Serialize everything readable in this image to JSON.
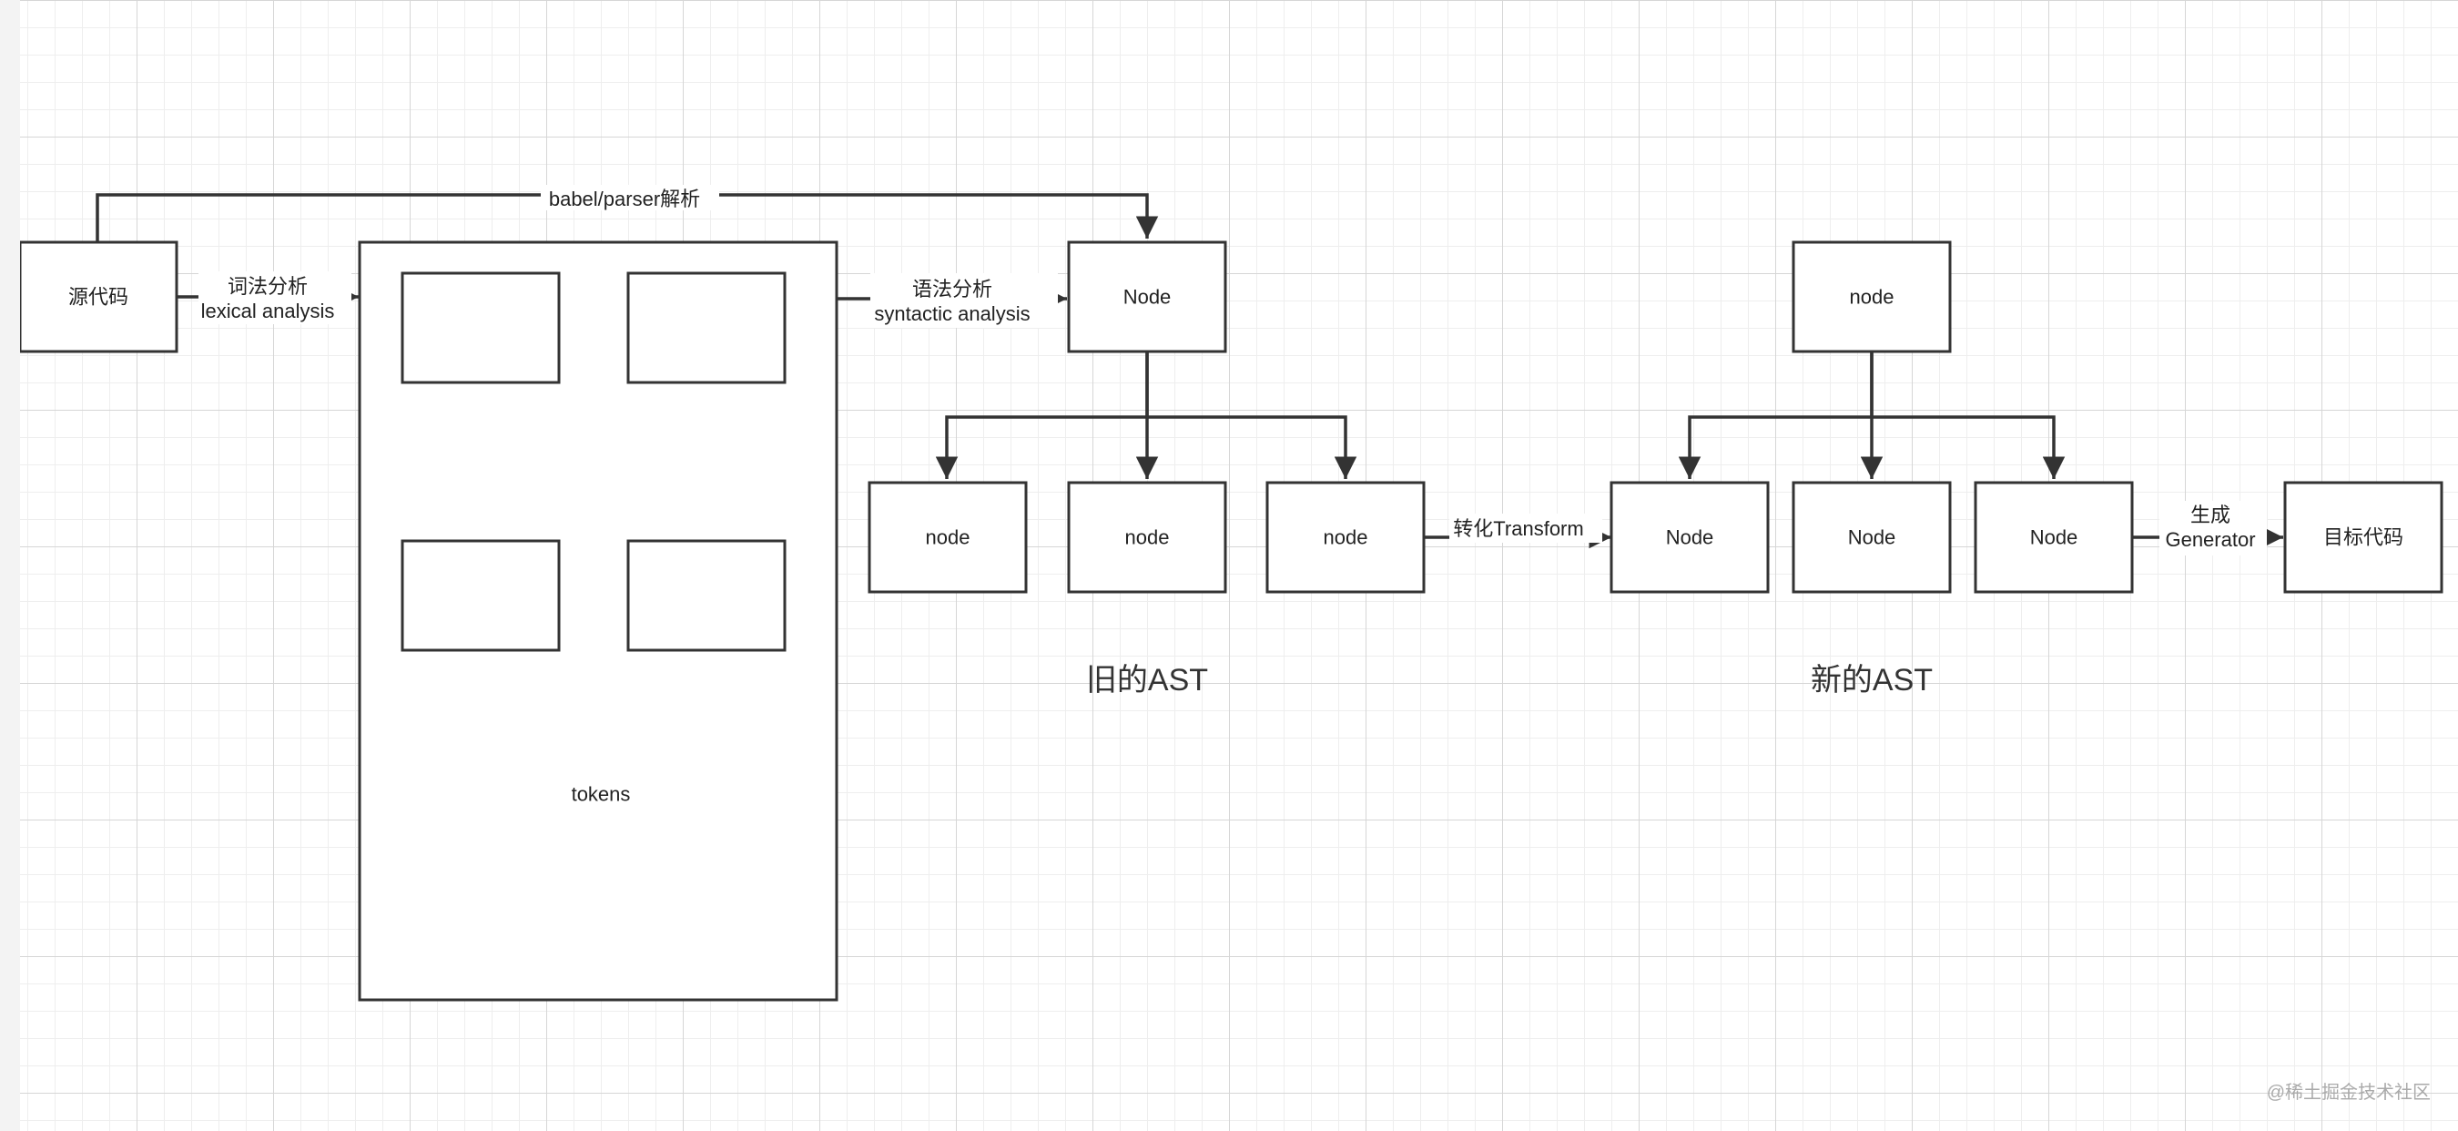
{
  "nodes": {
    "source": "源代码",
    "tokens": "tokens",
    "old_root": "Node",
    "old_child_1": "node",
    "old_child_2": "node",
    "old_child_3": "node",
    "new_root": "node",
    "new_child_1": "Node",
    "new_child_2": "Node",
    "new_child_3": "Node",
    "target": "目标代码"
  },
  "edges": {
    "parser": "babel/parser解析",
    "lexical_cn": "词法分析",
    "lexical_en": "lexical analysis",
    "syntactic_cn": "语法分析",
    "syntactic_en": "syntactic analysis",
    "transform": "转化Transform",
    "generator_cn": "生成",
    "generator_en": "Generator"
  },
  "groups": {
    "old_ast": "旧的AST",
    "new_ast": "新的AST"
  },
  "watermark": "@稀土掘金技术社区",
  "colors": {
    "stroke": "#333333",
    "background": "#ffffff",
    "grid_major": "#d6d6d6",
    "grid_minor": "#eeeeee"
  }
}
